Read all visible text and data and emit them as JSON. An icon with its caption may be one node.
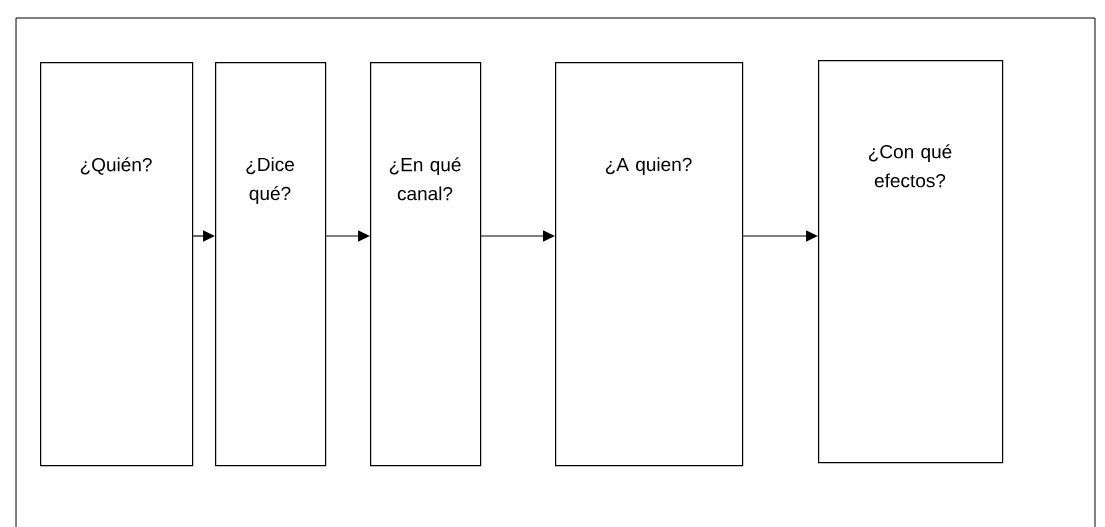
{
  "diagram": {
    "nodes": [
      {
        "text": [
          "¿Quién?"
        ]
      },
      {
        "text": [
          "¿Dice qué?"
        ]
      },
      {
        "text": [
          "¿En qué canal?"
        ]
      },
      {
        "text": [
          "¿A quien?"
        ]
      },
      {
        "text": [
          "¿Con qué efectos?"
        ]
      }
    ],
    "edges": [
      {
        "from": 0,
        "to": 1,
        "arrow": "to"
      },
      {
        "from": 1,
        "to": 2,
        "arrow": "to"
      },
      {
        "from": 2,
        "to": 3,
        "arrow": "to"
      },
      {
        "from": 3,
        "to": 4,
        "arrow": "to"
      }
    ]
  }
}
